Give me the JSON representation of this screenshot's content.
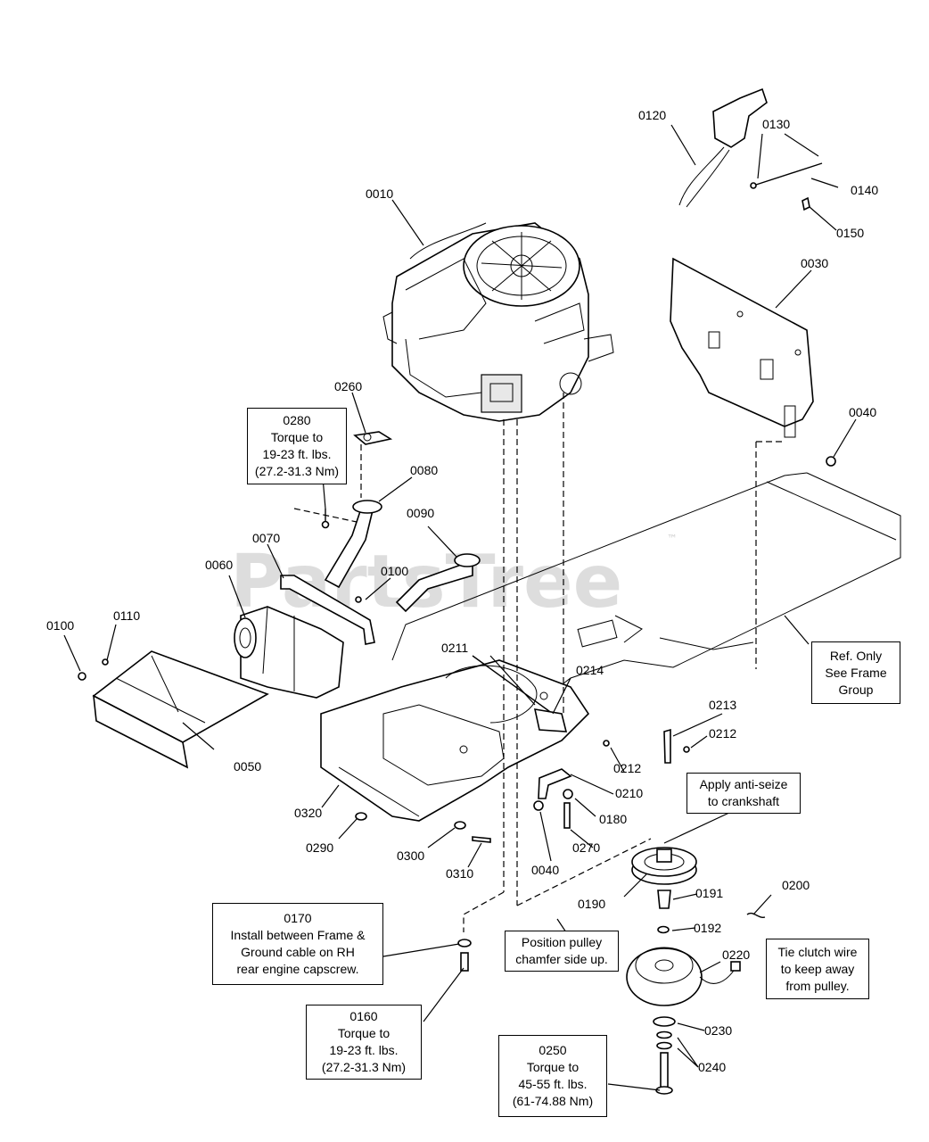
{
  "watermark": {
    "text": "PartsTree",
    "tm": "™"
  },
  "callouts": {
    "c0010": "0010",
    "c0030": "0030",
    "c0040a": "0040",
    "c0040b": "0040",
    "c0050": "0050",
    "c0060": "0060",
    "c0070": "0070",
    "c0080": "0080",
    "c0090": "0090",
    "c0100a": "0100",
    "c0100b": "0100",
    "c0110": "0110",
    "c0120": "0120",
    "c0130": "0130",
    "c0140": "0140",
    "c0150": "0150",
    "c0180": "0180",
    "c0190": "0190",
    "c0191": "0191",
    "c0192": "0192",
    "c0200": "0200",
    "c0210": "0210",
    "c0211": "0211",
    "c0212a": "0212",
    "c0212b": "0212",
    "c0213": "0213",
    "c0214": "0214",
    "c0220": "0220",
    "c0230": "0230",
    "c0240": "0240",
    "c0260": "0260",
    "c0270": "0270",
    "c0290": "0290",
    "c0300": "0300",
    "c0310": "0310",
    "c0320": "0320"
  },
  "notes": {
    "n0280": [
      "0280",
      "Torque to",
      "19-23 ft. lbs.",
      "(27.2-31.3 Nm)"
    ],
    "n_ref": [
      "Ref. Only",
      "See Frame",
      "Group"
    ],
    "n_seize": [
      "Apply anti-seize",
      "to crankshaft"
    ],
    "n0170": [
      "0170",
      "Install between Frame &",
      "Ground cable on RH",
      "rear engine capscrew."
    ],
    "n_pulley": [
      "Position pulley",
      "chamfer side up."
    ],
    "n_clutch": [
      "Tie clutch wire",
      "to keep away",
      "from pulley."
    ],
    "n0160": [
      "0160",
      "Torque to",
      "19-23 ft. lbs.",
      "(27.2-31.3 Nm)"
    ],
    "n0250": [
      "0250",
      "Torque to",
      "45-55 ft. lbs.",
      "(61-74.88 Nm)"
    ]
  }
}
